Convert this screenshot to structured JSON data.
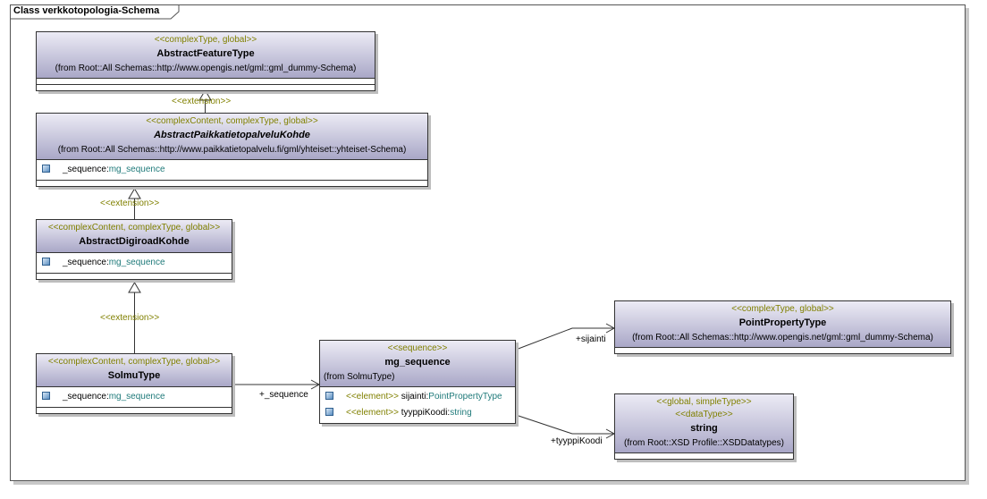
{
  "frame": {
    "title": "Class verkkotopologia-Schema"
  },
  "classes": {
    "abstract_feature_type": {
      "stereotype": "<<complexType, global>>",
      "name": "AbstractFeatureType",
      "from": "(from Root::All Schemas::http://www.opengis.net/gml::gml_dummy-Schema)"
    },
    "abstract_paikkatieto": {
      "stereotype": "<<complexContent, complexType, global>>",
      "name": "AbstractPaikkatietopalveluKohde",
      "from": "(from Root::All Schemas::http://www.paikkatietopalvelu.fi/gml/yhteiset::yhteiset-Schema)",
      "attr_name": "_sequence",
      "attr_type": "mg_sequence"
    },
    "abstract_digiroad": {
      "stereotype": "<<complexContent, complexType, global>>",
      "name": "AbstractDigiroadKohde",
      "attr_name": "_sequence",
      "attr_type": "mg_sequence"
    },
    "solmu_type": {
      "stereotype": "<<complexContent, complexType, global>>",
      "name": "SolmuType",
      "attr_name": "_sequence",
      "attr_type": "mg_sequence"
    },
    "mg_sequence": {
      "stereotype": "<<sequence>>",
      "name": "mg_sequence",
      "from": "(from SolmuType)",
      "attrs": [
        {
          "stereotype": "<<element>>",
          "name": "sijainti",
          "type": "PointPropertyType"
        },
        {
          "stereotype": "<<element>>",
          "name": "tyyppiKoodi",
          "type": "string"
        }
      ]
    },
    "point_property_type": {
      "stereotype": "<<complexType, global>>",
      "name": "PointPropertyType",
      "from": "(from Root::All Schemas::http://www.opengis.net/gml::gml_dummy-Schema)"
    },
    "string_type": {
      "stereotype": "<<global, simpleType>>",
      "stereotype2": "<<dataType>>",
      "name": "string",
      "from": "(from Root::XSD Profile::XSDDatatypes)"
    }
  },
  "edges": {
    "ext1": "<<extension>>",
    "ext2": "<<extension>>",
    "ext3": "<<extension>>",
    "sequence_role": "+_sequence",
    "sijainti_role": "+sijainti",
    "tyyppikoodi_role": "+tyyppiKoodi"
  }
}
